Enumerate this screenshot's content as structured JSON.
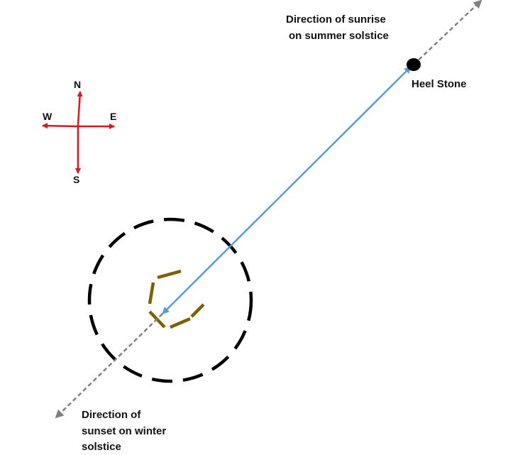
{
  "compass": {
    "north": "N",
    "south": "S",
    "east": "E",
    "west": "W",
    "color": "#e0161b"
  },
  "labels": {
    "sunrise_line1": "Direction of sunrise",
    "sunrise_line2": "on summer solstice",
    "heel_stone": "Heel Stone",
    "sunset_line1": "Direction of",
    "sunset_line2": "sunset on winter",
    "sunset_line3": "solstice"
  },
  "colors": {
    "axis_arrow": "#5b9bd5",
    "extension_line": "#808080",
    "outer_ring": "#000000",
    "inner_stones": "#7f6000",
    "heel_stone": "#000000"
  }
}
